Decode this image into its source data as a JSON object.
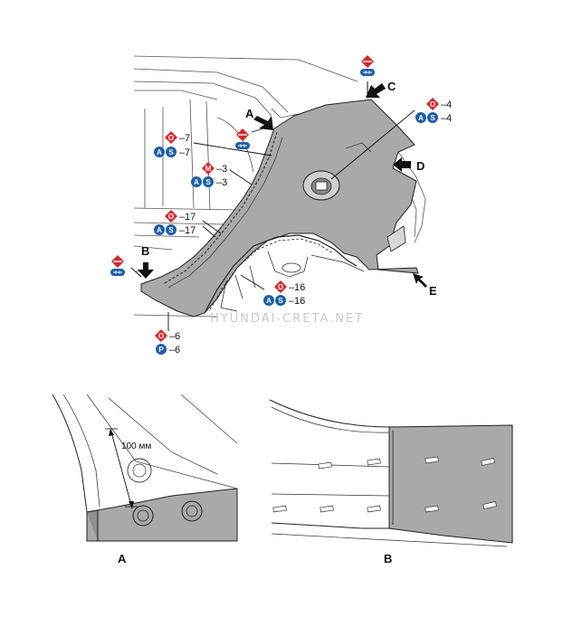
{
  "colors": {
    "panel_fill": "#a9a9a9",
    "badge_blue": "#1d5fa8",
    "badge_red": "#d6262c",
    "line": "#222222",
    "watermark": "#c9c9c9"
  },
  "main_diagram": {
    "view_labels": {
      "a": "A",
      "b": "B",
      "c": "C",
      "d": "D",
      "e": "E"
    },
    "callouts": {
      "c4": {
        "weld_num": "4",
        "seal_num": "4",
        "weld_badge": "O",
        "seal_badges": [
          "A",
          "S"
        ]
      },
      "c7": {
        "weld_num": "7",
        "seal_num": "7",
        "weld_badge": "O",
        "seal_badges": [
          "A",
          "S"
        ]
      },
      "c3": {
        "weld_num": "3",
        "seal_num": "3",
        "weld_badge": "M",
        "seal_badges": [
          "A",
          "S"
        ]
      },
      "c17": {
        "weld_num": "17",
        "seal_num": "17",
        "weld_badge": "O",
        "seal_badges": [
          "A",
          "S"
        ]
      },
      "c16": {
        "weld_num": "16",
        "seal_num": "16",
        "weld_badge": "O",
        "seal_badges": [
          "A",
          "S"
        ]
      },
      "c6": {
        "weld_num": "6",
        "seal_num": "6",
        "weld_badge": "O",
        "seal_badges": [
          "P"
        ]
      }
    },
    "watermark": "HYUNDAI-CRETA.NET",
    "icons": [
      "cut-line-icon",
      "sectioning-icon",
      "view-arrow-icon"
    ]
  },
  "detail_views": {
    "a": {
      "label": "A",
      "dimension": "100 мм"
    },
    "b": {
      "label": "B"
    }
  }
}
